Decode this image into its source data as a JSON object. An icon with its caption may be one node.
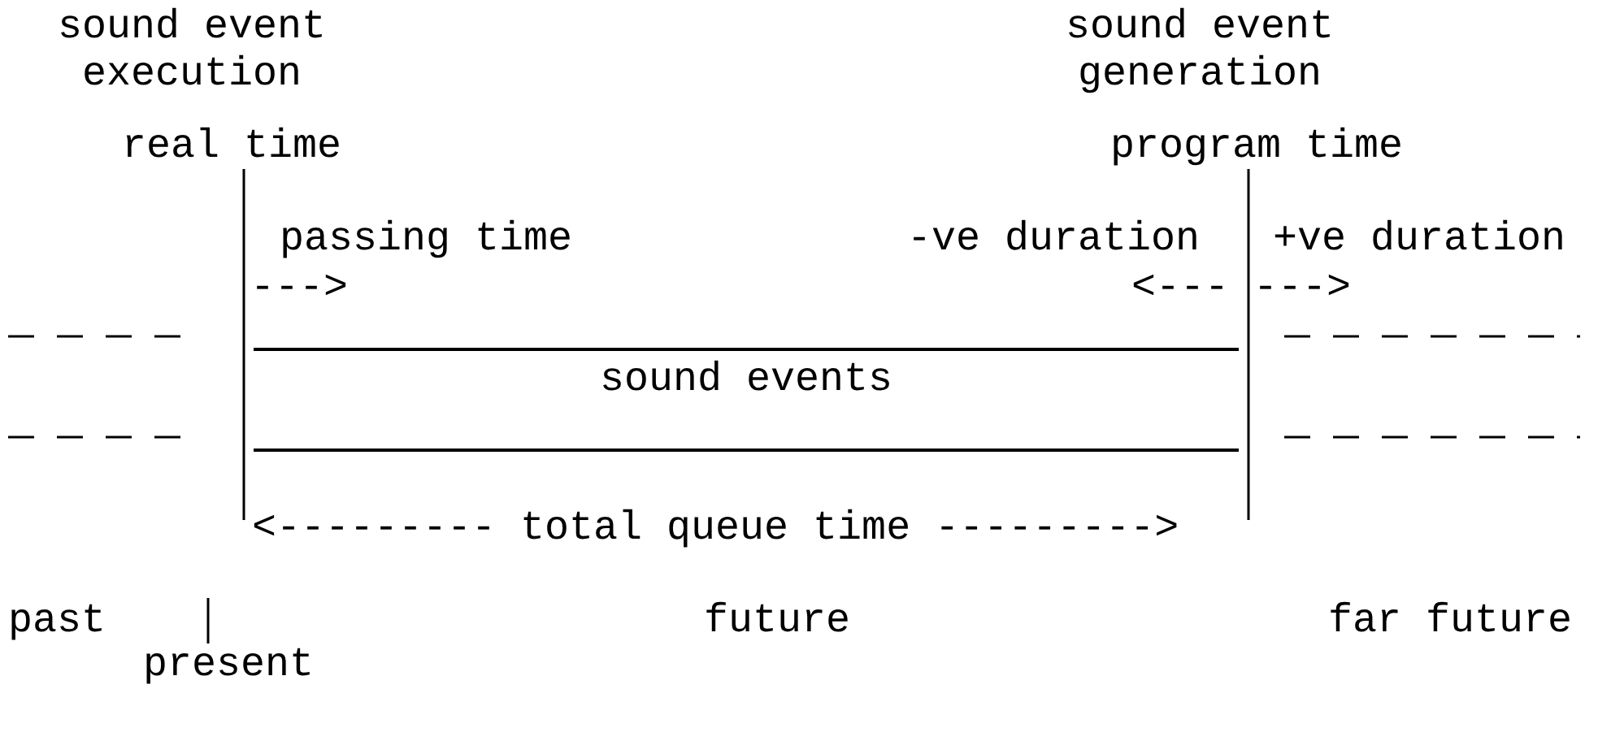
{
  "diagram": {
    "nodes": [
      {
        "text": [
          "sound events"
        ]
      }
    ],
    "labels": [
      "sound event execution",
      "sound event generation",
      "real time",
      "program time",
      "passing time",
      "-ve duration",
      "+ve duration",
      "--->",
      "<---",
      "--->",
      "<--------- total queue time --------->",
      "past",
      "future",
      "far future",
      "present"
    ]
  }
}
